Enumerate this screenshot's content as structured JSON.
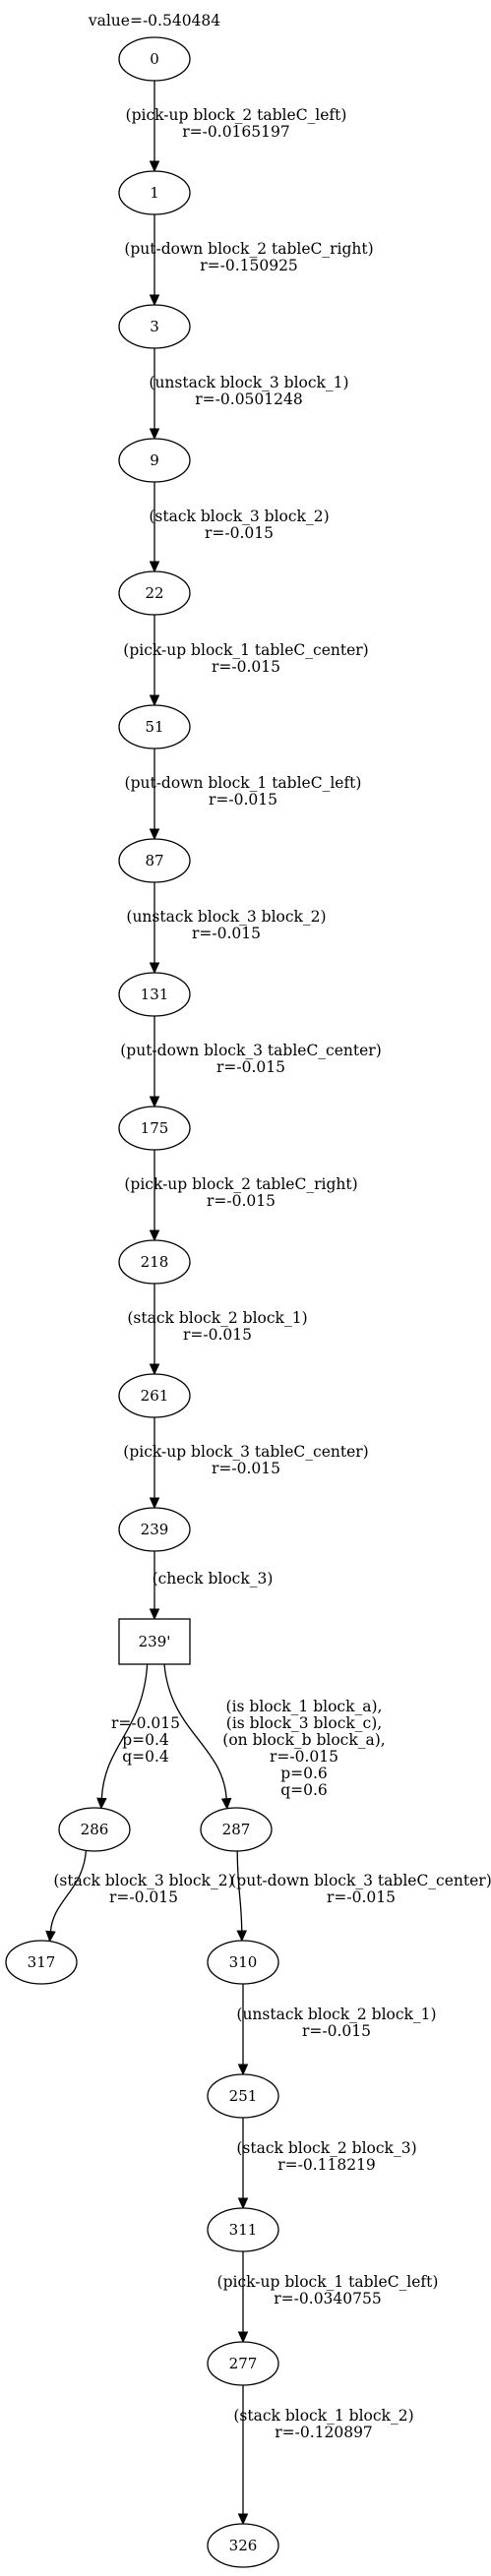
{
  "title": "value=-0.540484",
  "nodes": [
    {
      "id": "n0",
      "label": "0",
      "shape": "ellipse"
    },
    {
      "id": "n1",
      "label": "1",
      "shape": "ellipse"
    },
    {
      "id": "n3",
      "label": "3",
      "shape": "ellipse"
    },
    {
      "id": "n9",
      "label": "9",
      "shape": "ellipse"
    },
    {
      "id": "n22",
      "label": "22",
      "shape": "ellipse"
    },
    {
      "id": "n51",
      "label": "51",
      "shape": "ellipse"
    },
    {
      "id": "n87",
      "label": "87",
      "shape": "ellipse"
    },
    {
      "id": "n131",
      "label": "131",
      "shape": "ellipse"
    },
    {
      "id": "n175",
      "label": "175",
      "shape": "ellipse"
    },
    {
      "id": "n218",
      "label": "218",
      "shape": "ellipse"
    },
    {
      "id": "n261",
      "label": "261",
      "shape": "ellipse"
    },
    {
      "id": "n239",
      "label": "239",
      "shape": "ellipse"
    },
    {
      "id": "n239b",
      "label": "239'",
      "shape": "box"
    },
    {
      "id": "n286",
      "label": "286",
      "shape": "ellipse"
    },
    {
      "id": "n287",
      "label": "287",
      "shape": "ellipse"
    },
    {
      "id": "n317",
      "label": "317",
      "shape": "ellipse"
    },
    {
      "id": "n310",
      "label": "310",
      "shape": "ellipse"
    },
    {
      "id": "n251",
      "label": "251",
      "shape": "ellipse"
    },
    {
      "id": "n311",
      "label": "311",
      "shape": "ellipse"
    },
    {
      "id": "n277",
      "label": "277",
      "shape": "ellipse"
    },
    {
      "id": "n326",
      "label": "326",
      "shape": "ellipse"
    }
  ],
  "edges": [
    {
      "from": "n0",
      "to": "n1",
      "label": [
        "(pick-up block_2 tableC_left)",
        "r=-0.0165197"
      ]
    },
    {
      "from": "n1",
      "to": "n3",
      "label": [
        "(put-down block_2 tableC_right)",
        "r=-0.150925"
      ]
    },
    {
      "from": "n3",
      "to": "n9",
      "label": [
        "(unstack block_3 block_1)",
        "r=-0.0501248"
      ]
    },
    {
      "from": "n9",
      "to": "n22",
      "label": [
        "(stack block_3 block_2)",
        "r=-0.015"
      ]
    },
    {
      "from": "n22",
      "to": "n51",
      "label": [
        "(pick-up block_1 tableC_center)",
        "r=-0.015"
      ]
    },
    {
      "from": "n51",
      "to": "n87",
      "label": [
        "(put-down block_1 tableC_left)",
        "r=-0.015"
      ]
    },
    {
      "from": "n87",
      "to": "n131",
      "label": [
        "(unstack block_3 block_2)",
        "r=-0.015"
      ]
    },
    {
      "from": "n131",
      "to": "n175",
      "label": [
        "(put-down block_3 tableC_center)",
        "r=-0.015"
      ]
    },
    {
      "from": "n175",
      "to": "n218",
      "label": [
        "(pick-up block_2 tableC_right)",
        "r=-0.015"
      ]
    },
    {
      "from": "n218",
      "to": "n261",
      "label": [
        "(stack block_2 block_1)",
        "r=-0.015"
      ]
    },
    {
      "from": "n261",
      "to": "n239",
      "label": [
        "(pick-up block_3 tableC_center)",
        "r=-0.015"
      ]
    },
    {
      "from": "n239",
      "to": "n239b",
      "label": [
        "(check block_3)"
      ]
    },
    {
      "from": "n239b",
      "to": "n286",
      "label": [
        "r=-0.015",
        "p=0.4",
        "q=0.4"
      ]
    },
    {
      "from": "n239b",
      "to": "n287",
      "label": [
        "(is block_1 block_a),",
        "(is block_3 block_c),",
        "(on block_b block_a),",
        "r=-0.015",
        "p=0.6",
        "q=0.6"
      ]
    },
    {
      "from": "n286",
      "to": "n317",
      "label": [
        "(stack block_3 block_2)",
        "r=-0.015"
      ]
    },
    {
      "from": "n287",
      "to": "n310",
      "label": [
        "(put-down block_3 tableC_center)",
        "r=-0.015"
      ]
    },
    {
      "from": "n310",
      "to": "n251",
      "label": [
        "(unstack block_2 block_1)",
        "r=-0.015"
      ]
    },
    {
      "from": "n251",
      "to": "n311",
      "label": [
        "(stack block_2 block_3)",
        "r=-0.118219"
      ]
    },
    {
      "from": "n311",
      "to": "n277",
      "label": [
        "(pick-up block_1 tableC_left)",
        "r=-0.0340755"
      ]
    },
    {
      "from": "n277",
      "to": "n326",
      "label": [
        "(stack block_1 block_2)",
        "r=-0.120897"
      ]
    }
  ]
}
